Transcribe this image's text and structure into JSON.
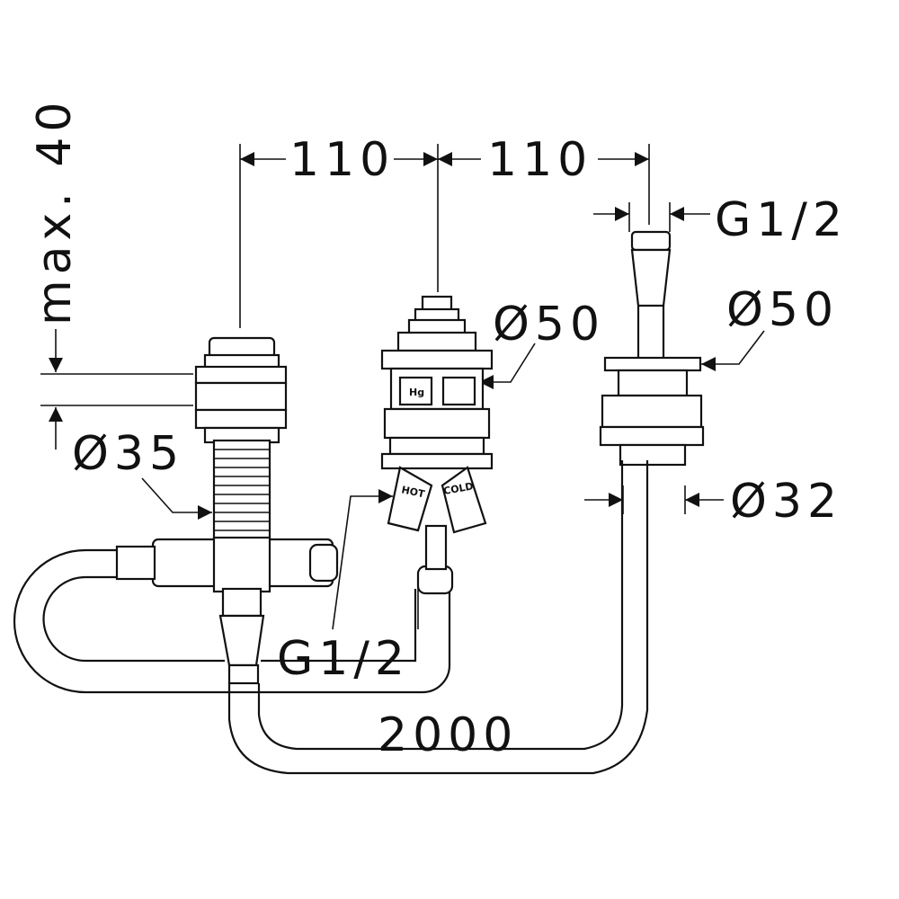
{
  "dimensions": {
    "spacing_left": "110",
    "spacing_right": "110",
    "max_depth": "max. 40",
    "thread_top_right": "G1/2",
    "diameter_center": "Ø50",
    "diameter_right": "Ø50",
    "diameter_left": "Ø35",
    "diameter_right_lower": "Ø32",
    "thread_bottom": "G1/2",
    "hose_length": "2000"
  },
  "valve_labels": {
    "mercury": "Hg",
    "hot": "HOT",
    "cold": "COLD"
  },
  "colors": {
    "line": "#111111",
    "background": "#ffffff"
  }
}
